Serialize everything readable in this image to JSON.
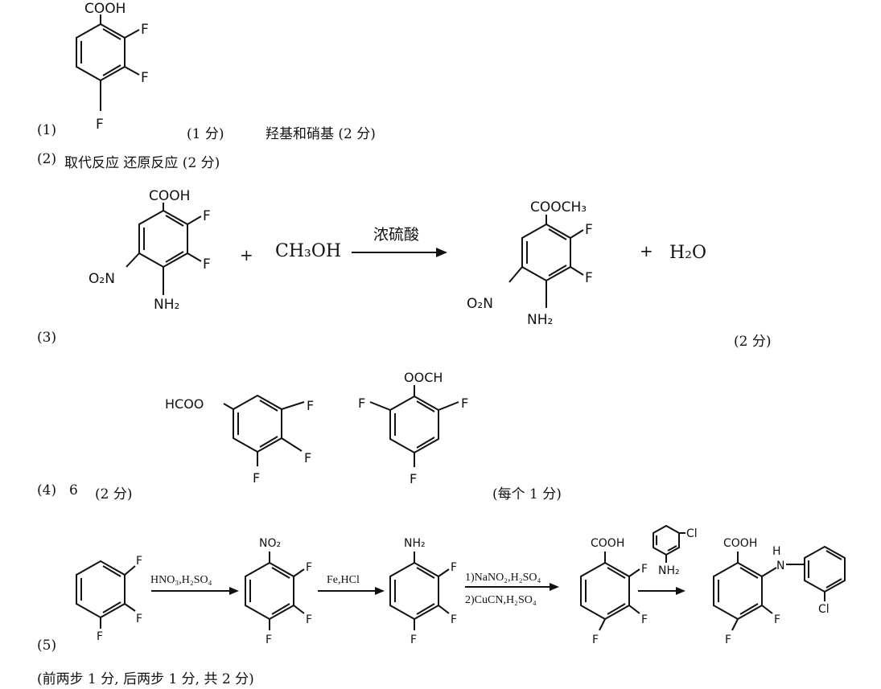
{
  "q1": {
    "label": "(1)",
    "mol_labels": {
      "cooh": "COOH",
      "f1": "F",
      "f2": "F",
      "f3": "F"
    },
    "score1": "(1 分)",
    "answer": "羟基和硝基 (2 分)"
  },
  "q2": {
    "label": "(2)",
    "answer": "取代反应 还原反应 (2 分)"
  },
  "q3": {
    "label": "(3)",
    "reactant_labels": {
      "cooh": "COOH",
      "f1": "F",
      "f2": "F",
      "no2": "O₂N",
      "nh2": "NH₂"
    },
    "plus1": "+",
    "methanol": "CH₃OH",
    "condition": "浓硫酸",
    "product_labels": {
      "cooch3": "COOCH₃",
      "f1": "F",
      "f2": "F",
      "no2": "O₂N",
      "nh2": "NH₂"
    },
    "plus2": "+",
    "water": "H₂O",
    "score": "(2 分)"
  },
  "q4": {
    "label": "(4)",
    "count": "6",
    "score": "(2 分)",
    "isomer1_labels": {
      "hcoo": "HCOO",
      "f1": "F",
      "f2": "F",
      "f3": "F"
    },
    "isomer2_labels": {
      "oocH": "OOCH",
      "f1": "F",
      "f2": "F",
      "f3": "F"
    },
    "note": "(每个 1 分)"
  },
  "q5": {
    "label": "(5)",
    "start_labels": {
      "f1": "F",
      "f2": "F",
      "f3": "F"
    },
    "step1": "HNO₃,H₂SO₄",
    "int1_labels": {
      "no2": "NO₂",
      "f1": "F",
      "f2": "F",
      "f3": "F"
    },
    "step2": "Fe,HCl",
    "int2_labels": {
      "nh2": "NH₂",
      "f1": "F",
      "f2": "F",
      "f3": "F"
    },
    "step3a": "1)NaNO₂,H₂SO₄",
    "step3b": "2)CuCN,H₂SO₄",
    "int3_labels": {
      "cooh": "COOH",
      "f1": "F",
      "f2": "F",
      "f3": "F"
    },
    "reagent_labels": {
      "cl": "Cl",
      "nh2": "NH₂"
    },
    "product_labels": {
      "cooh": "COOH",
      "h": "H",
      "n": "N",
      "cl": "Cl",
      "f1": "F",
      "f2": "F"
    },
    "note": "(前两步 1 分, 后两步 1 分, 共 2 分)"
  }
}
